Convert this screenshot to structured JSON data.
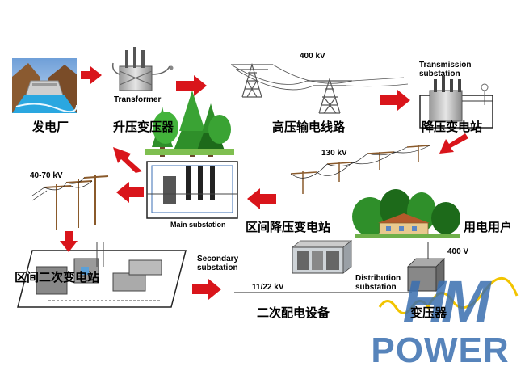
{
  "labels": {
    "power_plant": "发电厂",
    "step_up": "升压变压器",
    "transformer": "Transformer",
    "hv_line": "高压输电线路",
    "kv400_top": "400 kV",
    "transmission_substation": "Transmission\nsubstation",
    "step_down": "降压变电站",
    "kv130": "130 kV",
    "regional_step_down": "区间降压变电站",
    "main_substation": "Main substation",
    "kv40_70": "40-70 kV",
    "consumer": "用电用户",
    "kv400_bottom": "400 V",
    "secondary_substation_en": "Secondary\nsubstation",
    "secondary_substation_cn": "区间二次变电站",
    "kv11_22": "11/22 kV",
    "distribution_equipment": "二次配电设备",
    "distribution_substation": "Distribution\nsubstation",
    "transformer_cn": "变压器"
  },
  "logo": {
    "letters": "HM",
    "word": "POWER"
  },
  "colors": {
    "arrow": "#d9151b",
    "tree": "#2f8f2a",
    "tree_dark": "#1d6a1a",
    "tower": "#555555",
    "pole": "#8a5a2b",
    "logo": "#3a6fb0",
    "wave": "#f2c400"
  }
}
